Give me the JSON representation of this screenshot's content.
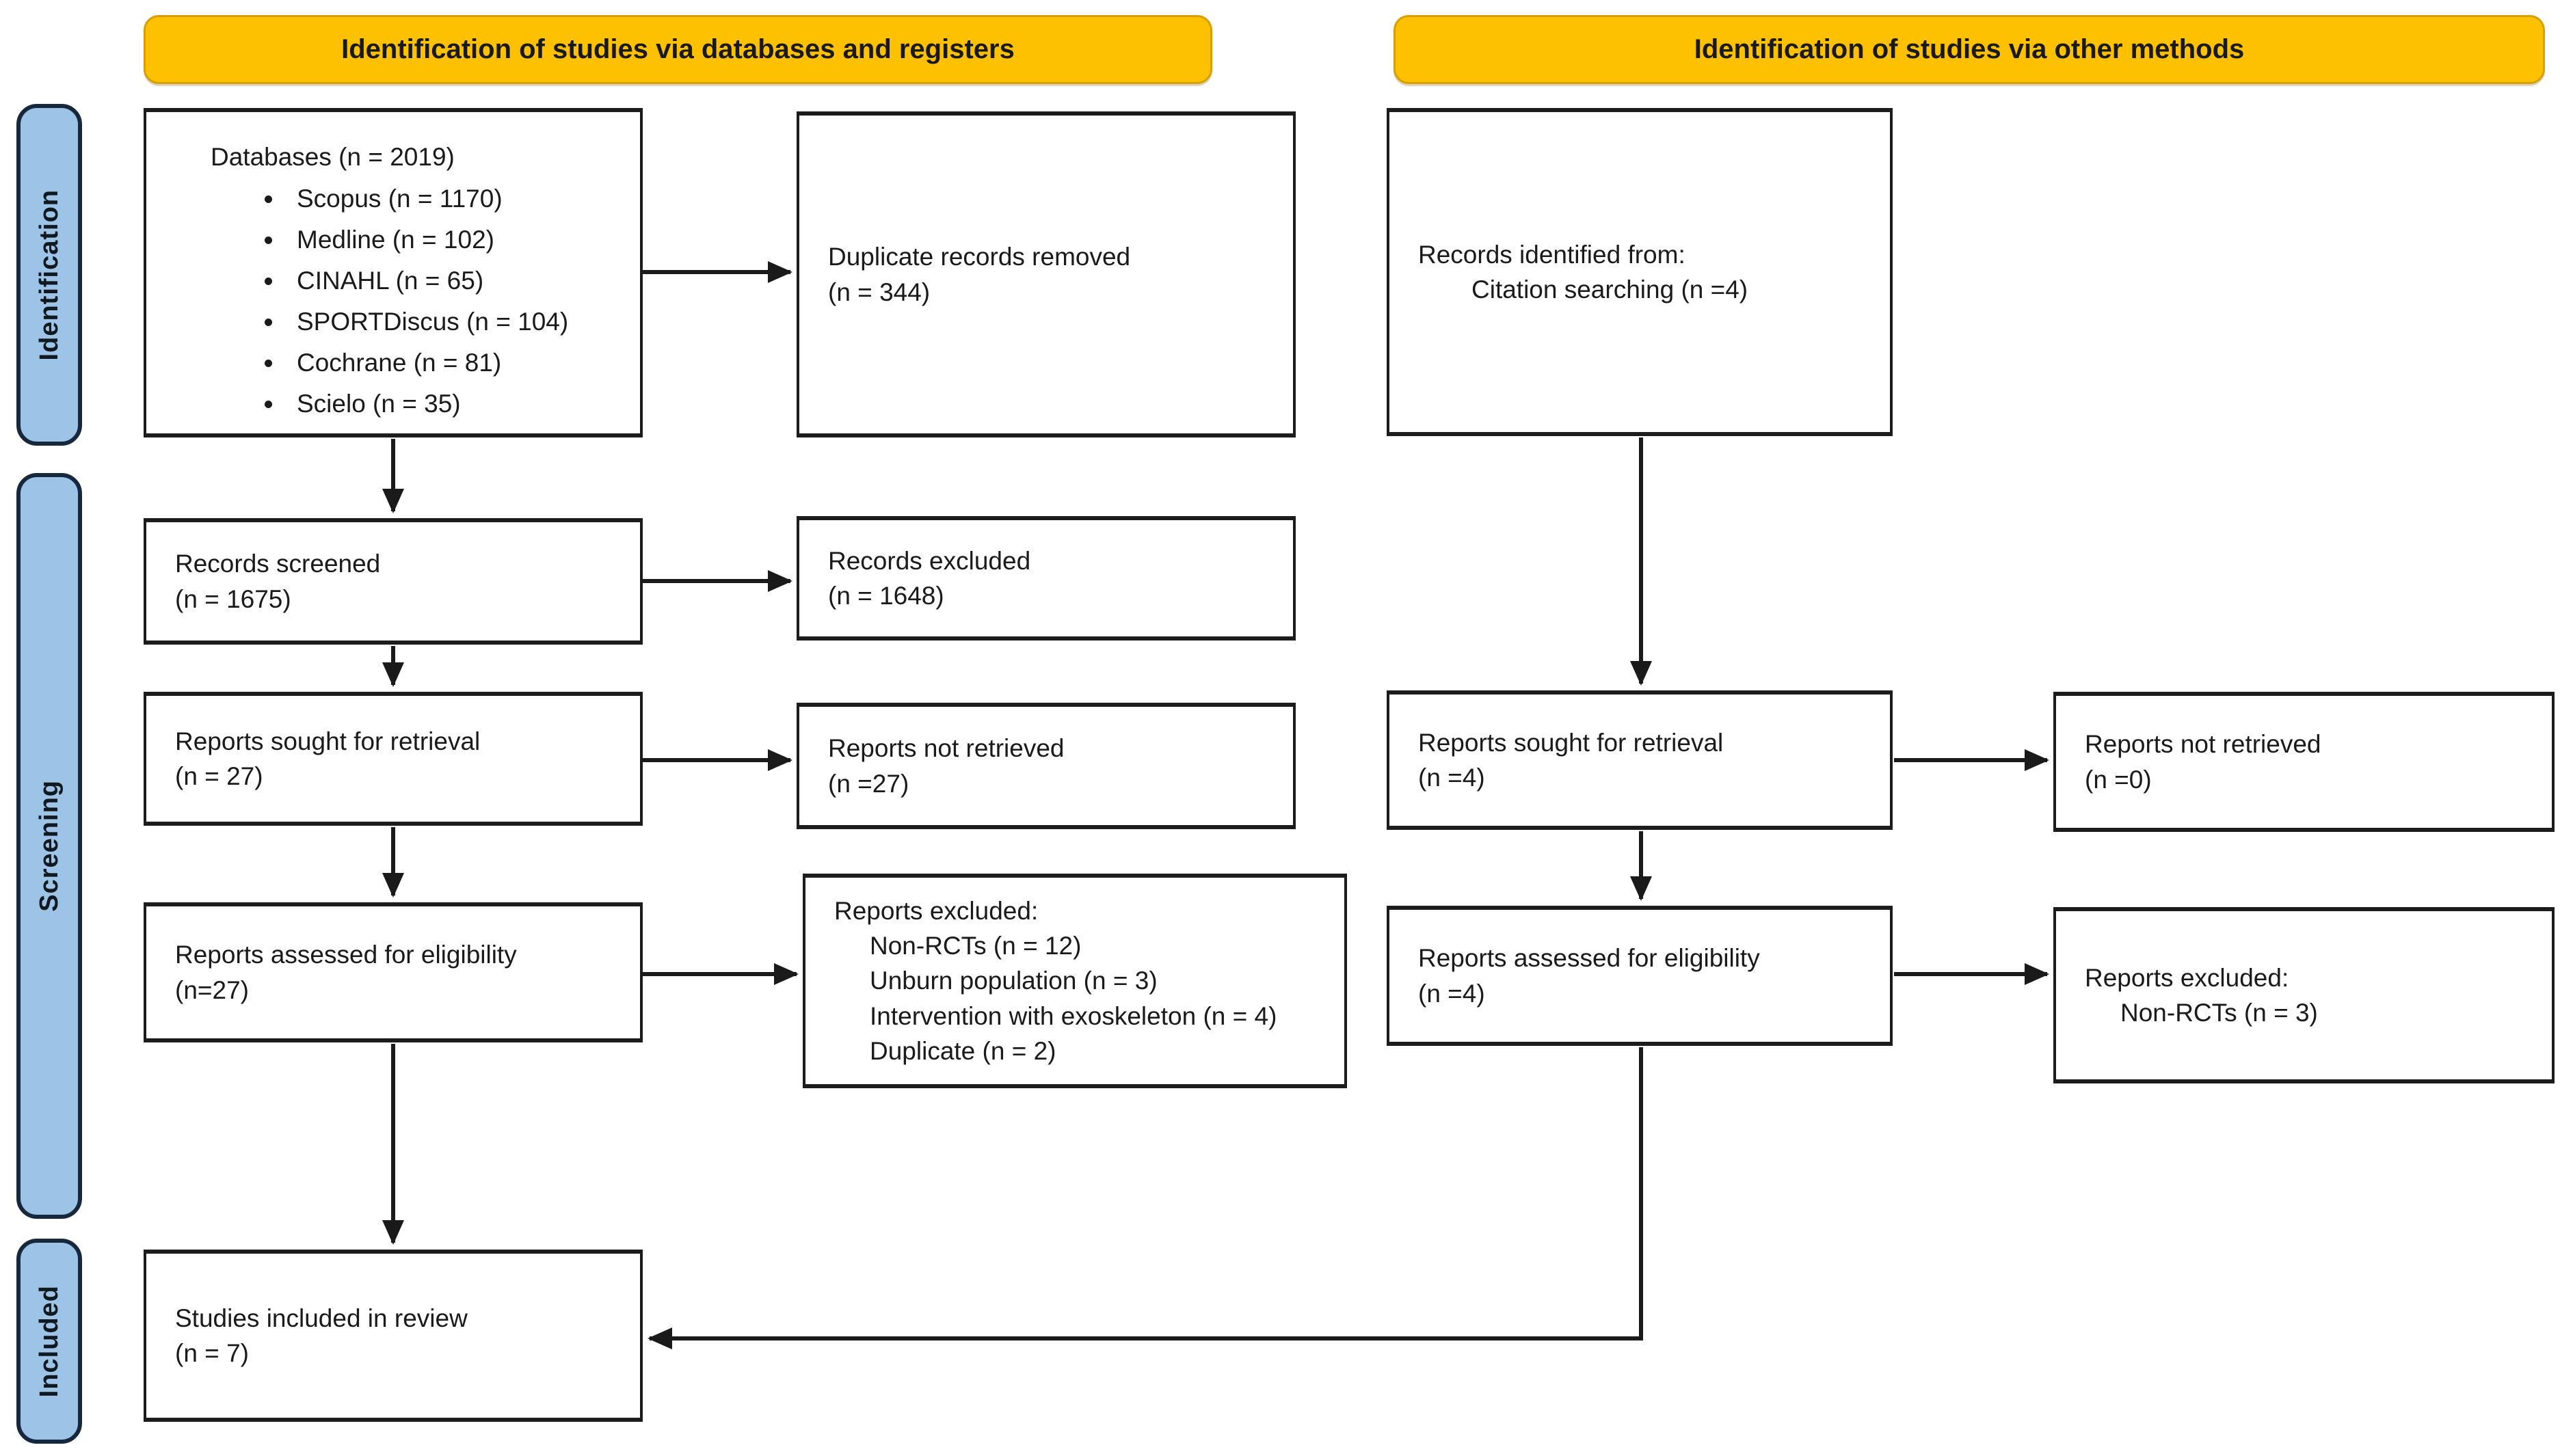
{
  "diagram": {
    "type": "prisma-flow",
    "colors": {
      "header_bg": "#FDC101",
      "header_border": "#D99E00",
      "stage_bg": "#9DC3E6",
      "stage_border": "#17283D",
      "box_bg": "#FFFFFF",
      "box_border": "#1C1C1C",
      "arrow": "#1A1A1A",
      "text": "#1A1A1A"
    },
    "headers": {
      "databases_registers": "Identification of studies via databases and registers",
      "other_methods": "Identification of studies via other methods"
    },
    "stages": {
      "identification": "Identification",
      "screening": "Screening",
      "included": "Included"
    },
    "boxes": {
      "databases": {
        "title": "Databases (n = 2019)",
        "bullets": [
          "Scopus (n = 1170)",
          "Medline (n = 102)",
          "CINAHL (n = 65)",
          "SPORTDiscus (n = 104)",
          "Cochrane (n = 81)",
          "Scielo (n = 35)"
        ]
      },
      "duplicates_removed": {
        "lines": [
          "Duplicate records removed",
          "(n = 344)"
        ]
      },
      "records_screened": {
        "lines": [
          "Records screened",
          "(n = 1675)"
        ]
      },
      "records_excluded": {
        "lines": [
          "Records excluded",
          "(n = 1648)"
        ]
      },
      "reports_sought_db": {
        "lines": [
          "Reports sought for retrieval",
          "(n = 27)"
        ]
      },
      "reports_not_retrieved_db": {
        "lines": [
          "Reports not retrieved",
          "(n =27)"
        ]
      },
      "reports_assessed_db": {
        "lines": [
          "Reports assessed for eligibility",
          "(n=27)"
        ]
      },
      "reports_excluded_db": {
        "title": "Reports excluded:",
        "reasons": [
          "Non-RCTs (n = 12)",
          "Unburn population (n = 3)",
          "Intervention with exoskeleton (n = 4)",
          "Duplicate (n = 2)"
        ]
      },
      "records_identified_other": {
        "title": "Records identified from:",
        "indented": [
          "Citation searching (n =4)"
        ]
      },
      "reports_sought_other": {
        "lines": [
          "Reports sought for retrieval",
          "(n =4)"
        ]
      },
      "reports_not_retrieved_other": {
        "lines": [
          "Reports not retrieved",
          "(n =0)"
        ]
      },
      "reports_assessed_other": {
        "lines": [
          "Reports assessed for eligibility",
          "(n =4)"
        ]
      },
      "reports_excluded_other": {
        "title": "Reports excluded:",
        "reasons": [
          "Non-RCTs (n = 3)"
        ]
      },
      "studies_included": {
        "lines": [
          "Studies included in review",
          "(n = 7)"
        ]
      }
    }
  }
}
